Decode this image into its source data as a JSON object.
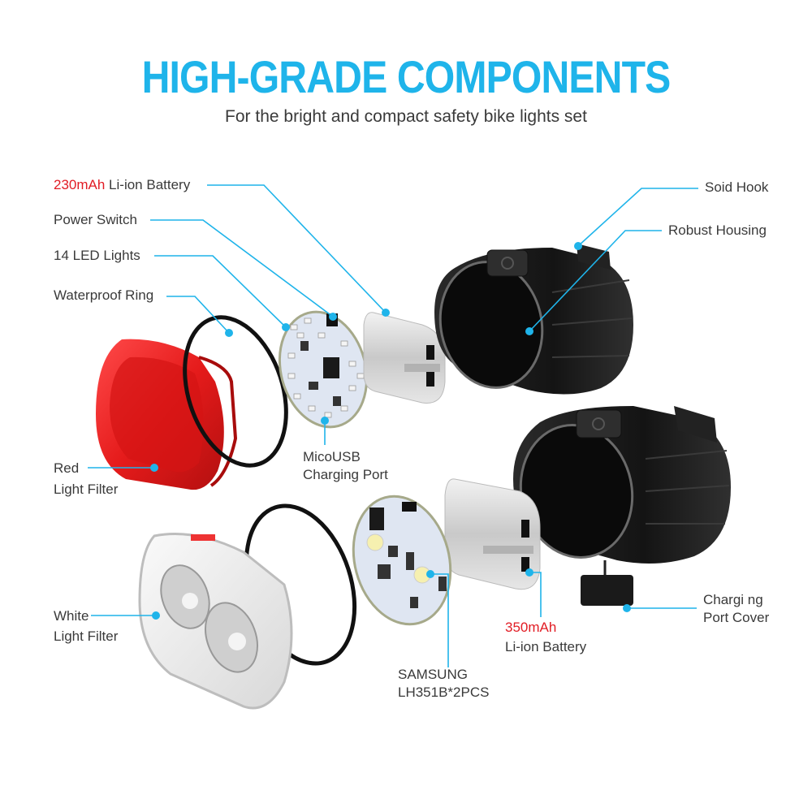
{
  "header": {
    "title": "HIGH-GRADE COMPONENTS",
    "subtitle": "For the bright and compact safety bike lights set"
  },
  "colors": {
    "accent_blue": "#1fb4ea",
    "accent_red": "#e11c24",
    "label_text": "#3a3a3a",
    "housing_black": "#1c1c1c",
    "red_filter": "#e51b1b",
    "background": "#ffffff"
  },
  "callouts": {
    "battery_230": {
      "capacity": "230mAh",
      "text": " Li-ion Battery"
    },
    "power_switch": "Power Switch",
    "led_lights": "14 LED Lights",
    "waterproof_ring": "Waterproof Ring",
    "red_filter": {
      "line1": "Red",
      "line2": "Light Filter"
    },
    "micro_usb": {
      "line1": "MicoUSB",
      "line2": "Charging Port"
    },
    "solid_hook": "Soid Hook",
    "robust_housing": "Robust Housing",
    "white_filter": {
      "line1": "White",
      "line2": "Light Filter"
    },
    "samsung_led": {
      "line1": "SAMSUNG",
      "line2": "LH351B*2PCS"
    },
    "battery_350": {
      "capacity": "350mAh",
      "text": "Li-ion Battery"
    },
    "charging_cover": {
      "line1": "Chargi ng",
      "line2": "Port Cover"
    }
  },
  "components": [
    {
      "name": "Red light filter",
      "set": "rear"
    },
    {
      "name": "Waterproof ring",
      "set": "rear"
    },
    {
      "name": "LED circuit board (14 LEDs)",
      "set": "rear"
    },
    {
      "name": "230mAh Li-ion battery",
      "set": "rear"
    },
    {
      "name": "Robust housing with solid hook",
      "set": "rear"
    },
    {
      "name": "White light filter",
      "set": "front"
    },
    {
      "name": "Waterproof ring",
      "set": "front"
    },
    {
      "name": "Circuit board with SAMSUNG LH351B x2",
      "set": "front"
    },
    {
      "name": "350mAh Li-ion battery",
      "set": "front"
    },
    {
      "name": "Housing with charging port cover",
      "set": "front"
    }
  ]
}
